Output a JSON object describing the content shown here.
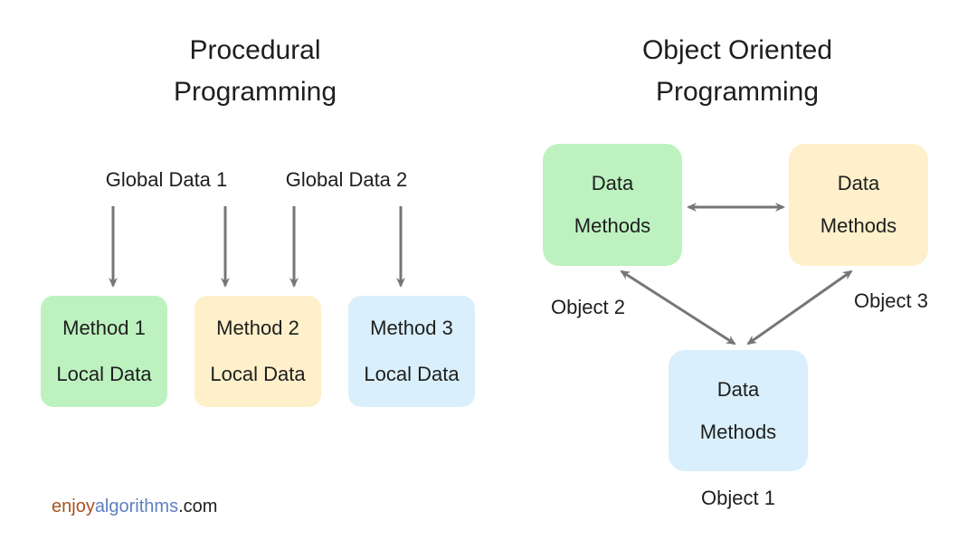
{
  "left_panel": {
    "title_line1": "Procedural",
    "title_line2": "Programming",
    "global_labels": [
      {
        "text": "Global Data 1"
      },
      {
        "text": "Global Data 2"
      }
    ],
    "methods": [
      {
        "line1": "Method 1",
        "line2": "Local Data",
        "color": "#bdf2c0"
      },
      {
        "line1": "Method 2",
        "line2": "Local Data",
        "color": "#fdf0ca"
      },
      {
        "line1": "Method 3",
        "line2": "Local Data",
        "color": "#d9effb"
      }
    ]
  },
  "right_panel": {
    "title_line1": "Object Oriented",
    "title_line2": "Programming",
    "objects": [
      {
        "line1": "Data",
        "line2": "Methods",
        "label": "Object 2",
        "color": "#bdf2c0"
      },
      {
        "line1": "Data",
        "line2": "Methods",
        "label": "Object 3",
        "color": "#fdf0ca"
      },
      {
        "line1": "Data",
        "line2": "Methods",
        "label": "Object 1",
        "color": "#d9effb"
      }
    ]
  },
  "footer": {
    "brand_part1": "enjoy",
    "brand_part2": "algorithms",
    "brand_part3": ".com"
  },
  "colors": {
    "arrow": "#767676",
    "text": "#1e1e1e",
    "brand_part1": "#a9531d",
    "brand_part2": "#5d80c1",
    "brand_part3": "#1e1e1e",
    "background": "#ffffff"
  }
}
